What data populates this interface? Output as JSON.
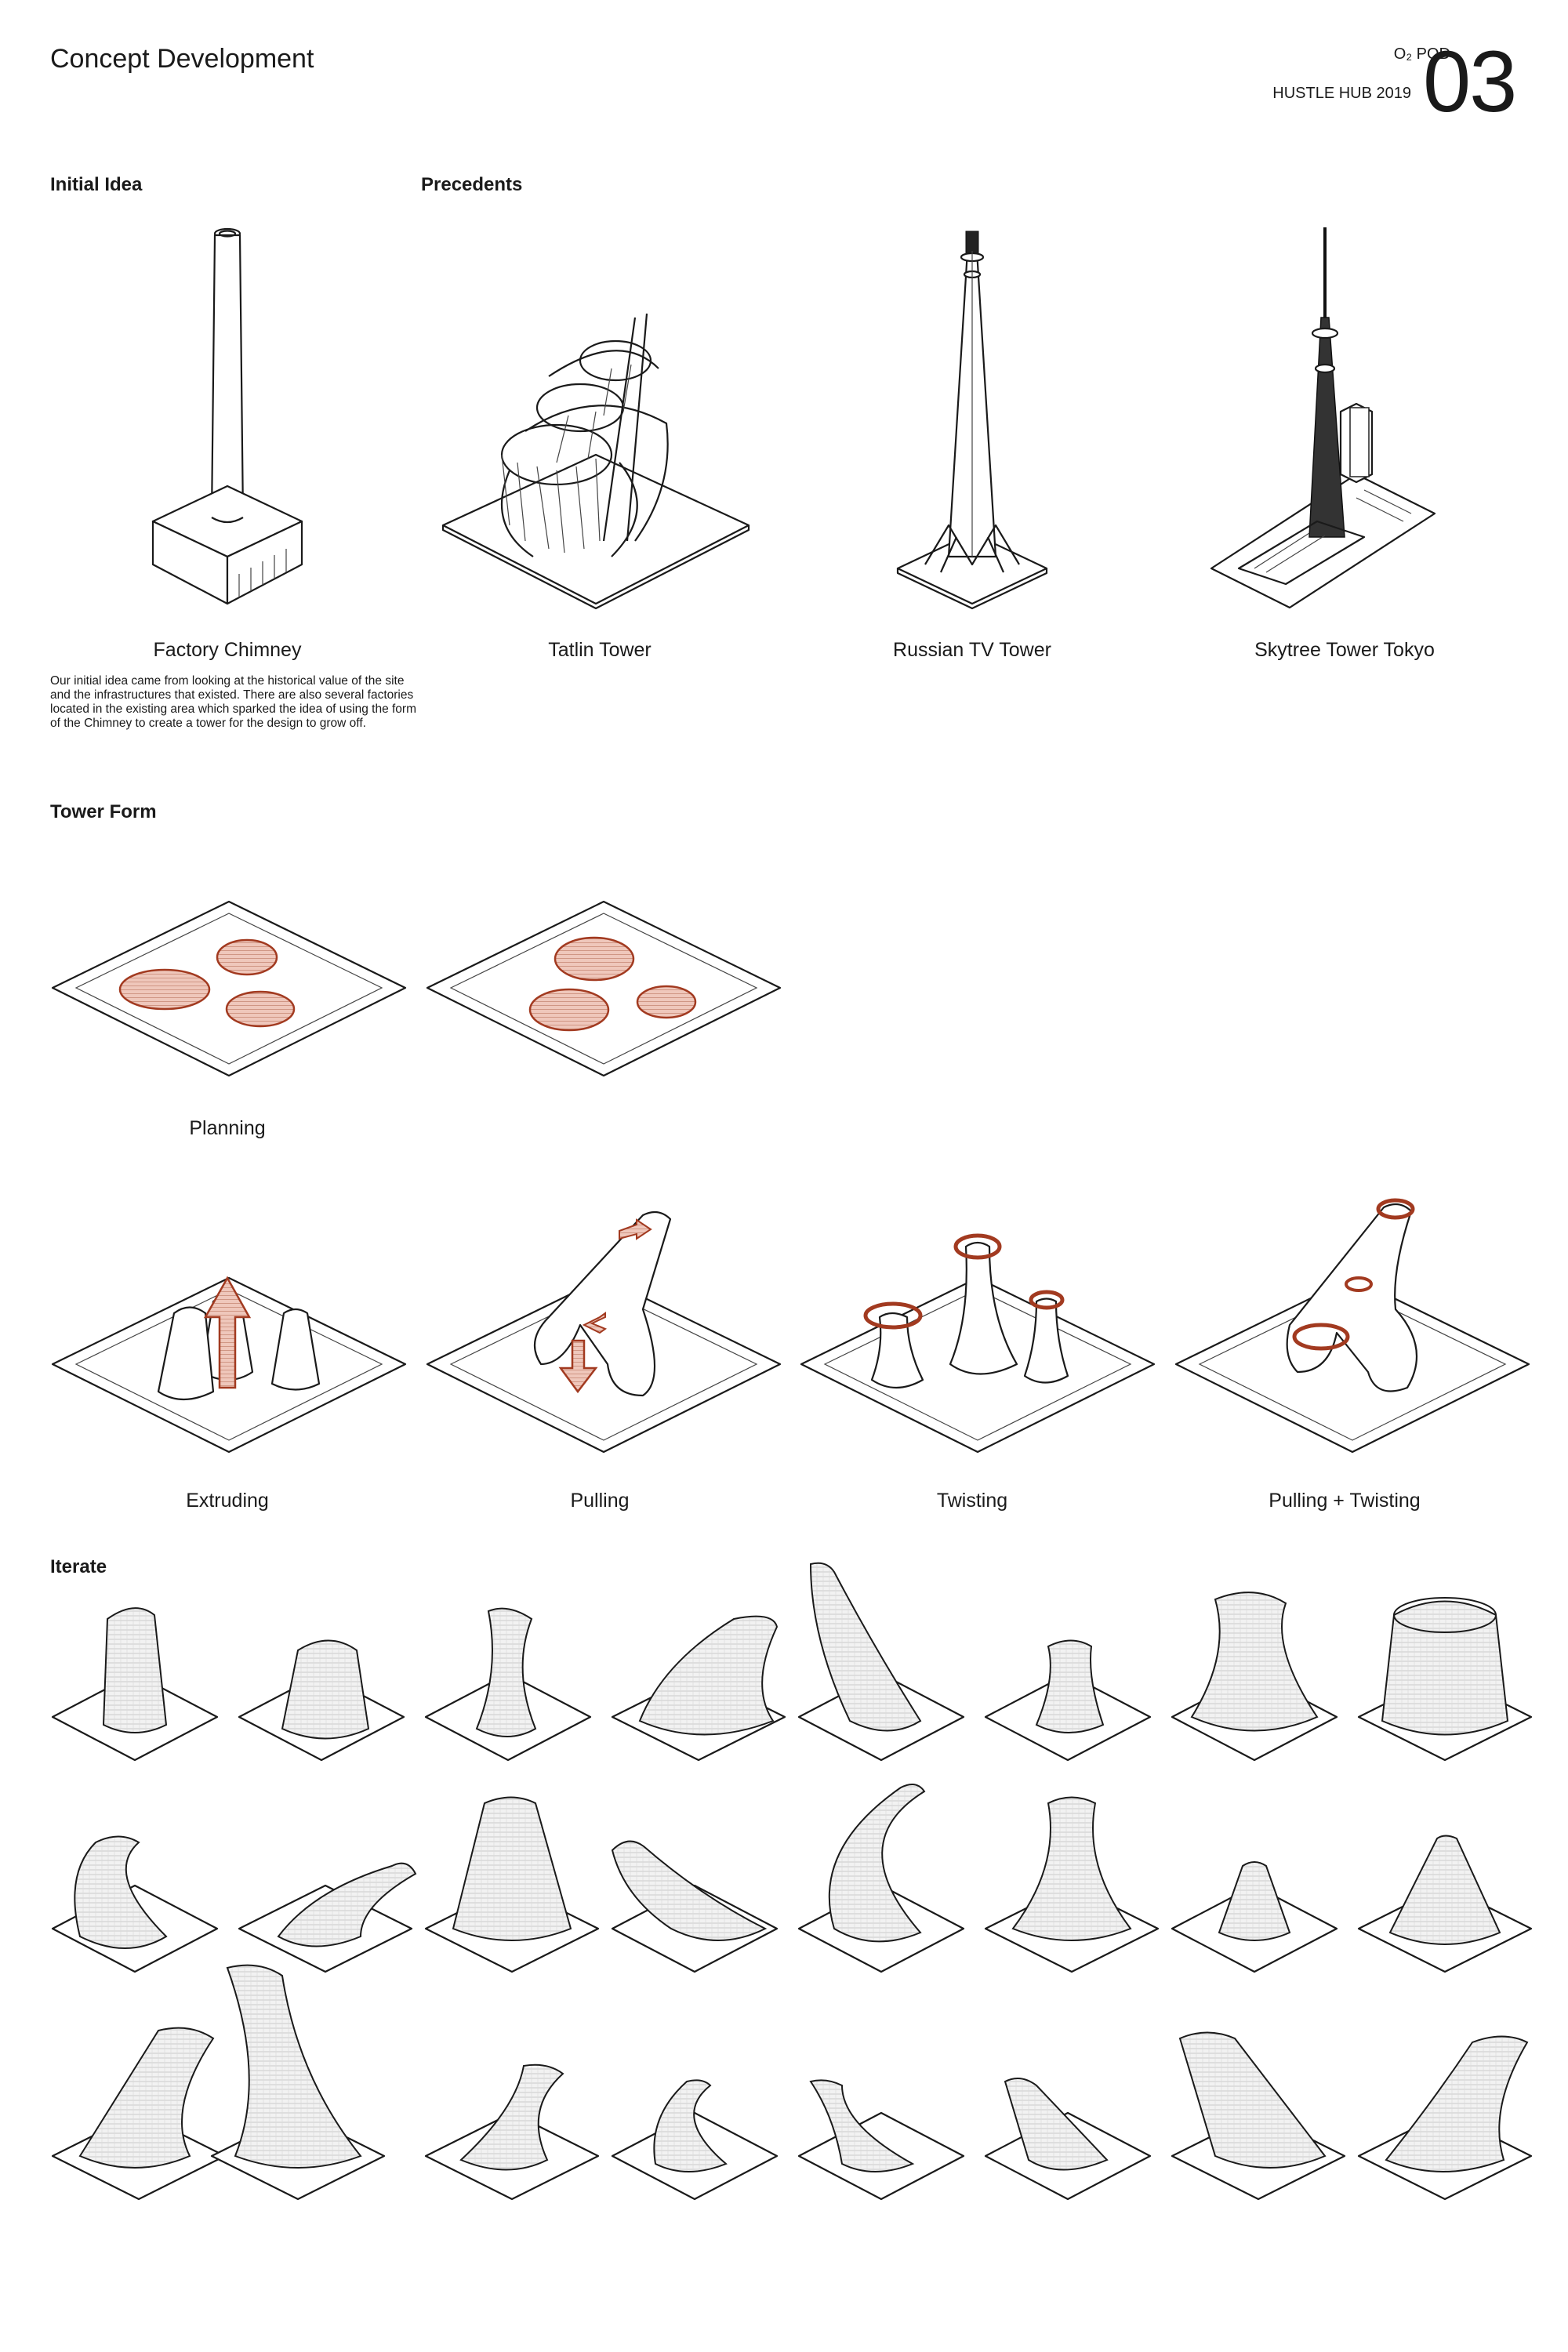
{
  "header": {
    "title": "Concept Development",
    "project": "O₂ POD",
    "subtitle": "HUSTLE HUB 2019",
    "page_number": "03"
  },
  "initial_idea": {
    "heading": "Initial Idea",
    "caption": "Factory Chimney",
    "description": "Our initial idea came from looking at the historical value of the site and the infrastructures that existed. There are also several factories located in the existing area which sparked the idea of using the form of the Chimney to create a tower for the design to grow off."
  },
  "precedents": {
    "heading": "Precedents",
    "items": [
      "Tatlin Tower",
      "Russian TV Tower",
      "Skytree Tower Tokyo"
    ]
  },
  "tower_form": {
    "heading": "Tower Form",
    "planning_caption": "Planning",
    "steps": [
      "Extruding",
      "Pulling",
      "Twisting",
      "Pulling + Twisting"
    ]
  },
  "iterate": {
    "heading": "Iterate"
  },
  "colors": {
    "accent_red": "#a23a20",
    "accent_fill": "#efc7bb",
    "ink": "#1a1a1a"
  }
}
